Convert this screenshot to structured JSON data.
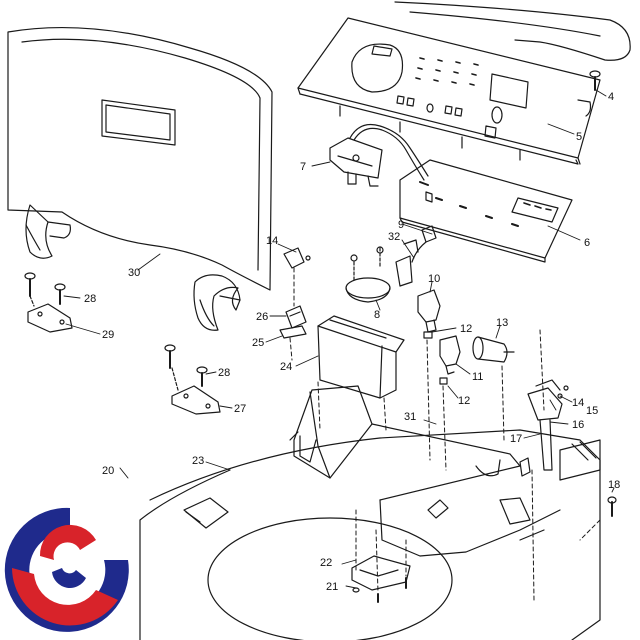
{
  "labels": {
    "l4": "4",
    "l5": "5",
    "l6": "6",
    "l7": "7",
    "l8": "8",
    "l9": "9",
    "l10": "10",
    "l11": "11",
    "l12a": "12",
    "l12b": "12",
    "l13": "13",
    "l14a": "14",
    "l14b": "14",
    "l15": "15",
    "l16": "16",
    "l17": "17",
    "l18": "18",
    "l20": "20",
    "l21": "21",
    "l22": "22",
    "l23": "23",
    "l24": "24",
    "l25": "25",
    "l26": "26",
    "l27": "27",
    "l28a": "28",
    "l28b": "28",
    "l29": "29",
    "l30": "30",
    "l31": "31",
    "l32": "32"
  },
  "colors": {
    "line": "#1a1a1a",
    "logo_blue": "#1f2a8c",
    "logo_red": "#d8232a"
  },
  "icons": {
    "logo": "spiral-logo-icon"
  }
}
